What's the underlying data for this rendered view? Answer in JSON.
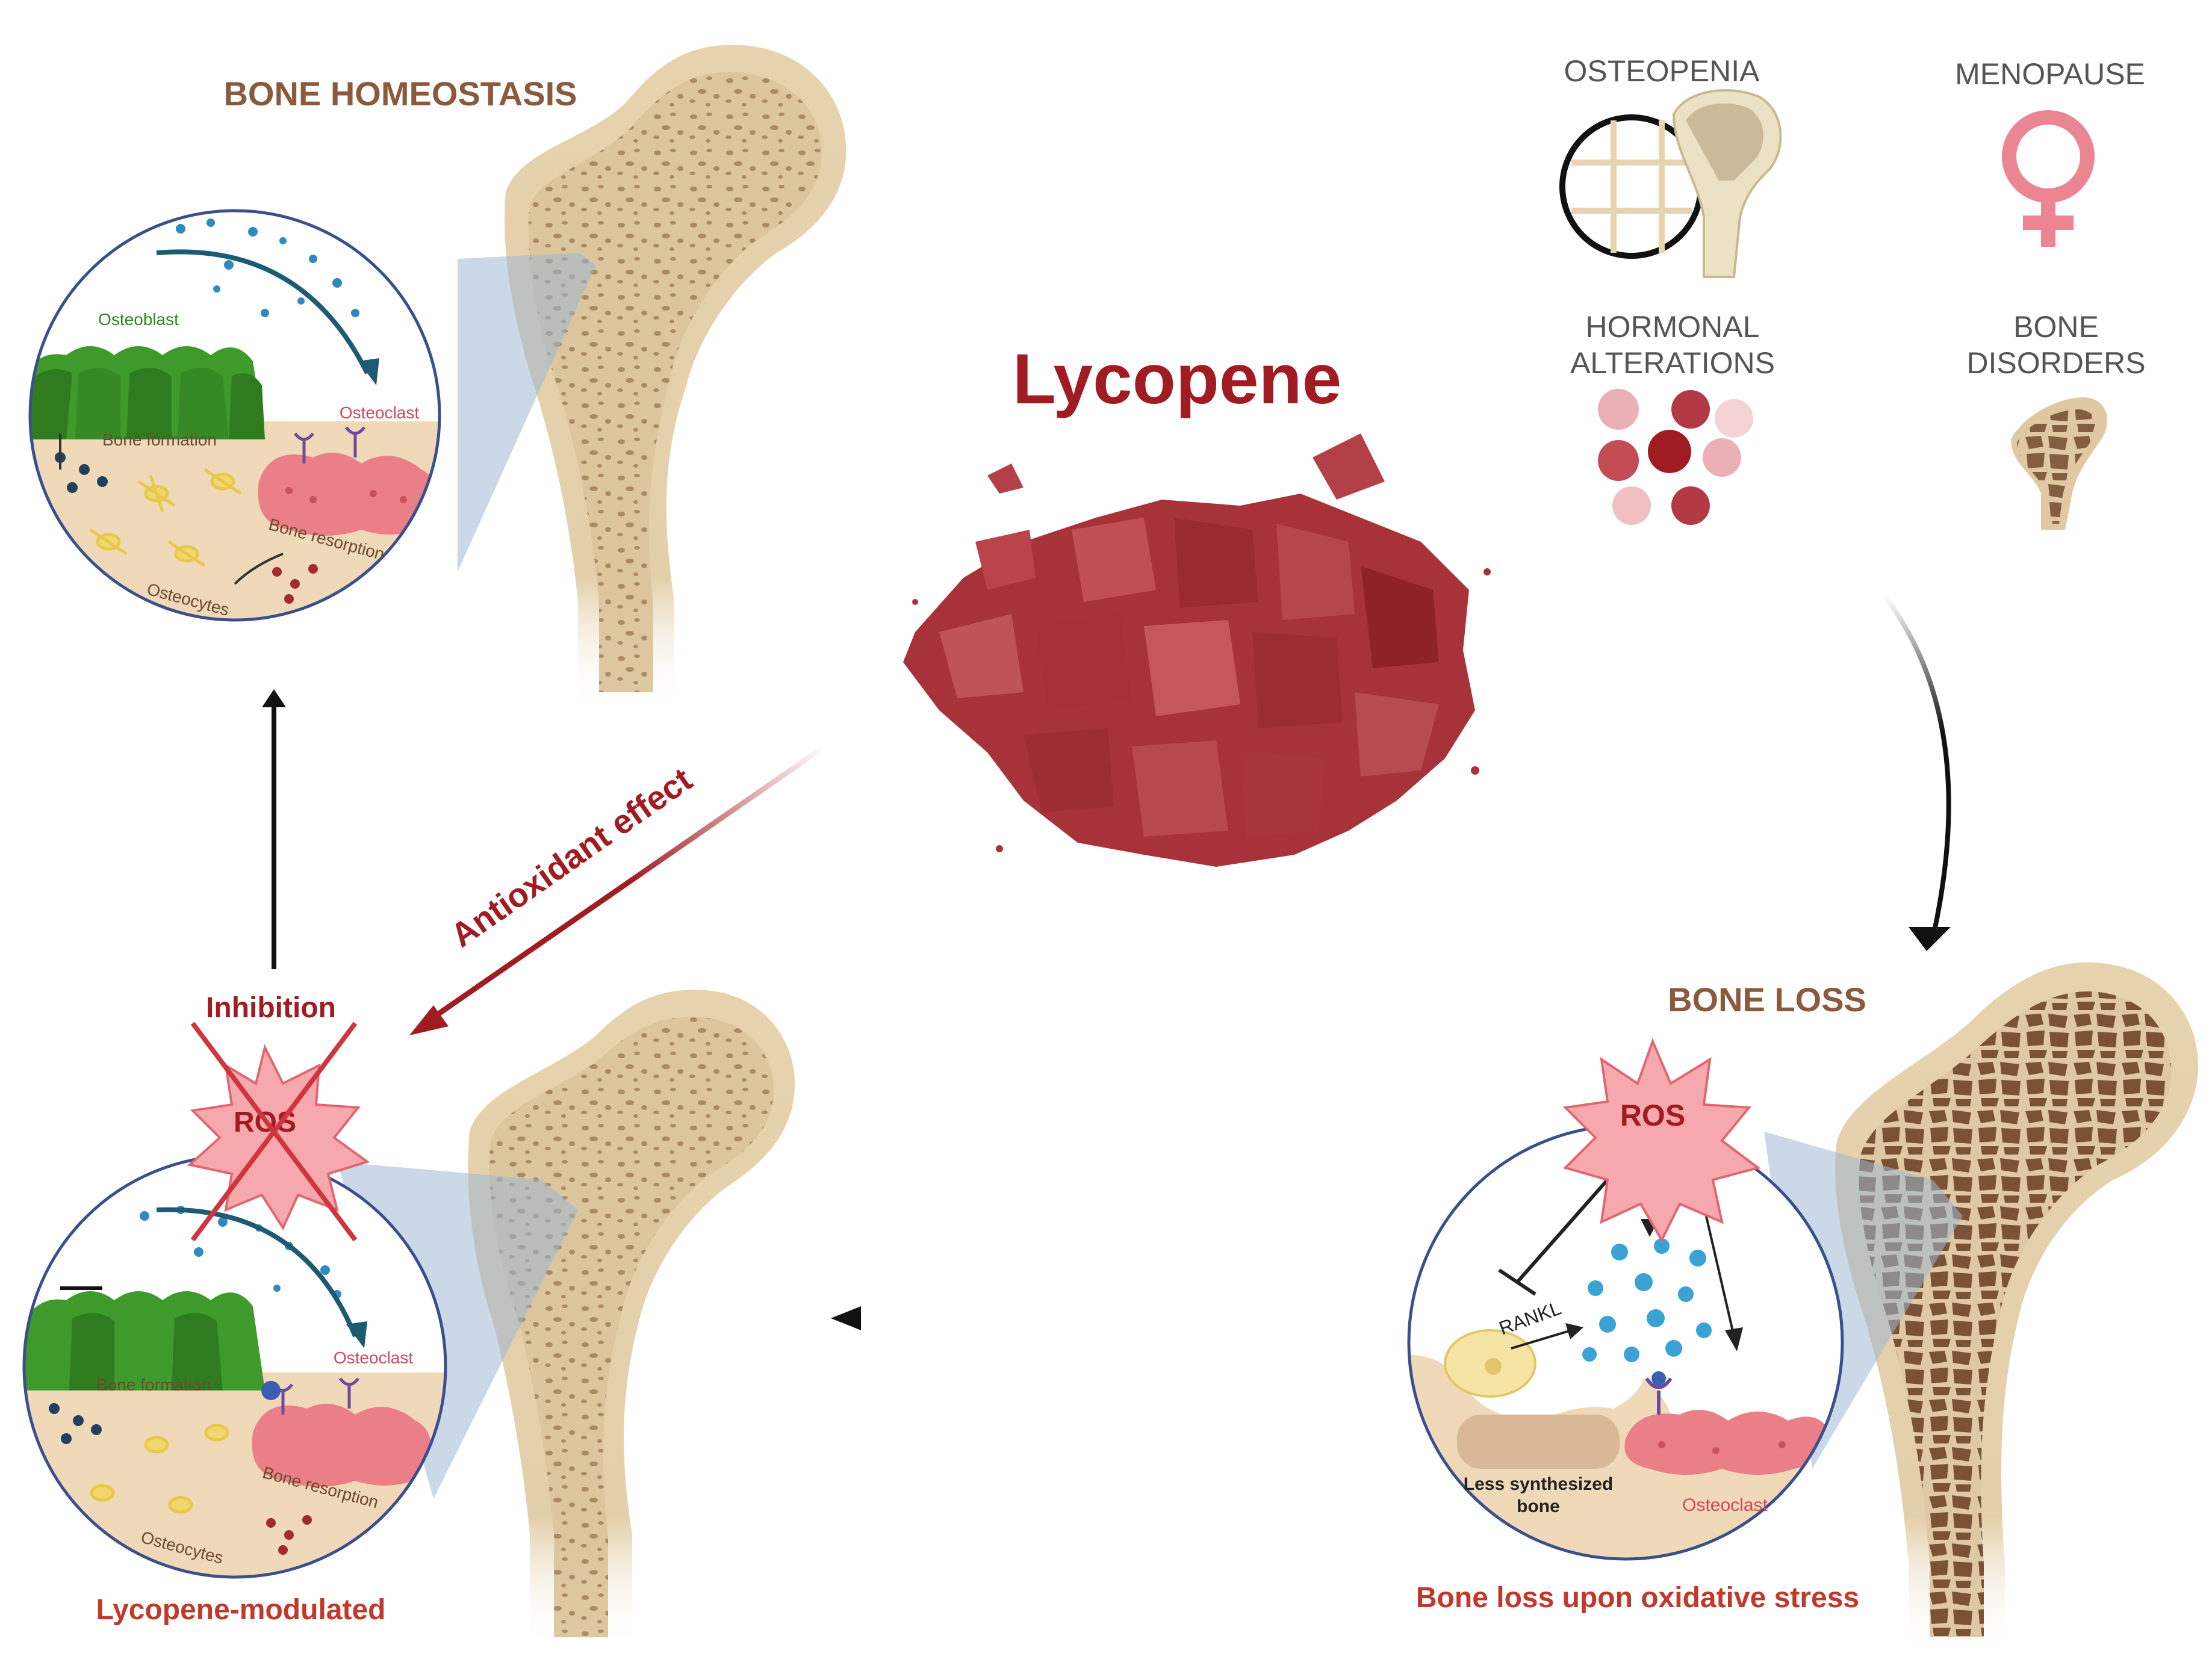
{
  "center": {
    "title": "Lycopene"
  },
  "bone_homeostasis": {
    "heading": "BONE HOMEOSTASIS",
    "osteoblast": "Osteoblast",
    "osteoclast": "Osteoclast",
    "bone_formation": "Bone formation",
    "bone_resorption": "Bone resorption",
    "osteocytes": "Osteocytes"
  },
  "risk_factors": {
    "osteopenia": "OSTEOPENIA",
    "menopause": "MENOPAUSE",
    "hormonal_line1": "HORMONAL",
    "hormonal_line2": "ALTERATIONS",
    "disorders_line1": "BONE",
    "disorders_line2": "DISORDERS"
  },
  "bone_loss": {
    "heading": "BONE LOSS",
    "ros": "ROS",
    "rankl": "RANKL",
    "less_line1": "Less synthesized",
    "less_line2": "bone",
    "osteoclast": "Osteoclast",
    "caption": "Bone loss upon oxidative stress"
  },
  "modulated": {
    "inhibition": "Inhibition",
    "ros": "ROS",
    "osteoclast": "Osteoclast",
    "bone_formation": "Bone formation",
    "bone_resorption": "Bone resorption",
    "osteocytes": "Osteocytes",
    "caption": "Lycopene-modulated"
  },
  "arrows": {
    "antioxidant": "Antioxidant effect"
  },
  "colors": {
    "heading_brown": "#8b5a3c",
    "lycopene_red": "#a01c22",
    "caption_red": "#c0392b",
    "bone_tan": "#e3cfa9",
    "bone_dark": "#7a5236",
    "osteoblast_green": "#3f9a2c",
    "osteoclast_pink": "#ea7f88",
    "ros_pink": "#f6a8ad"
  }
}
